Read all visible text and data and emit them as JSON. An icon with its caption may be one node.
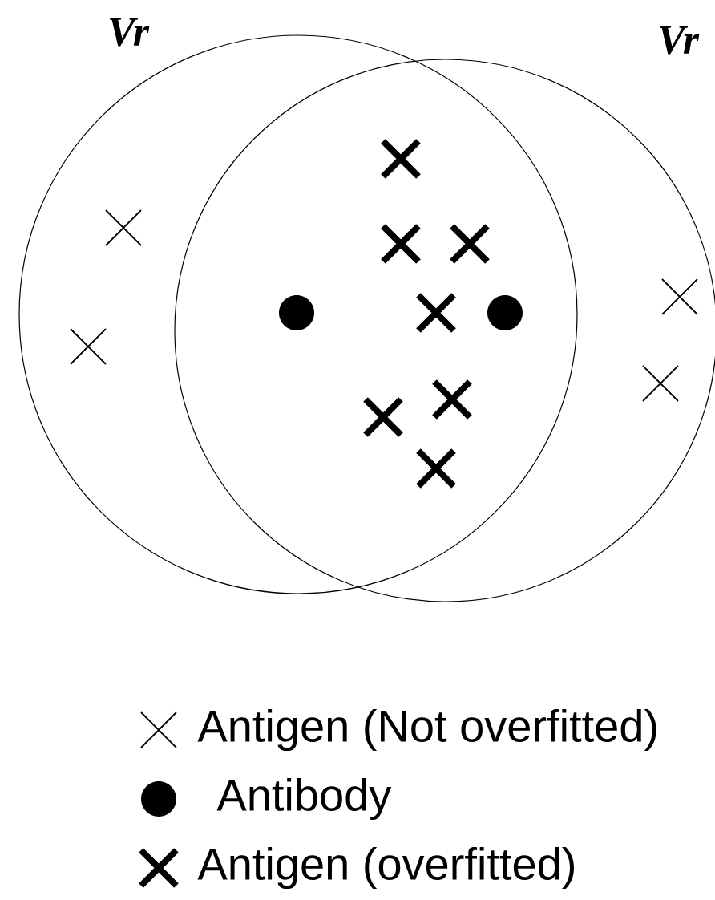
{
  "diagram": {
    "nodes": [
      {
        "text": [],
        "shape": "circle",
        "beside": [
          "Vr"
        ]
      },
      {
        "text": [],
        "shape": "circle",
        "beside": [
          "Vr"
        ]
      }
    ],
    "legend": [
      {
        "text": "Antigen (Not overfitted)"
      },
      {
        "text": "Antibody"
      },
      {
        "text": "Antigen (overfitted)"
      }
    ]
  }
}
